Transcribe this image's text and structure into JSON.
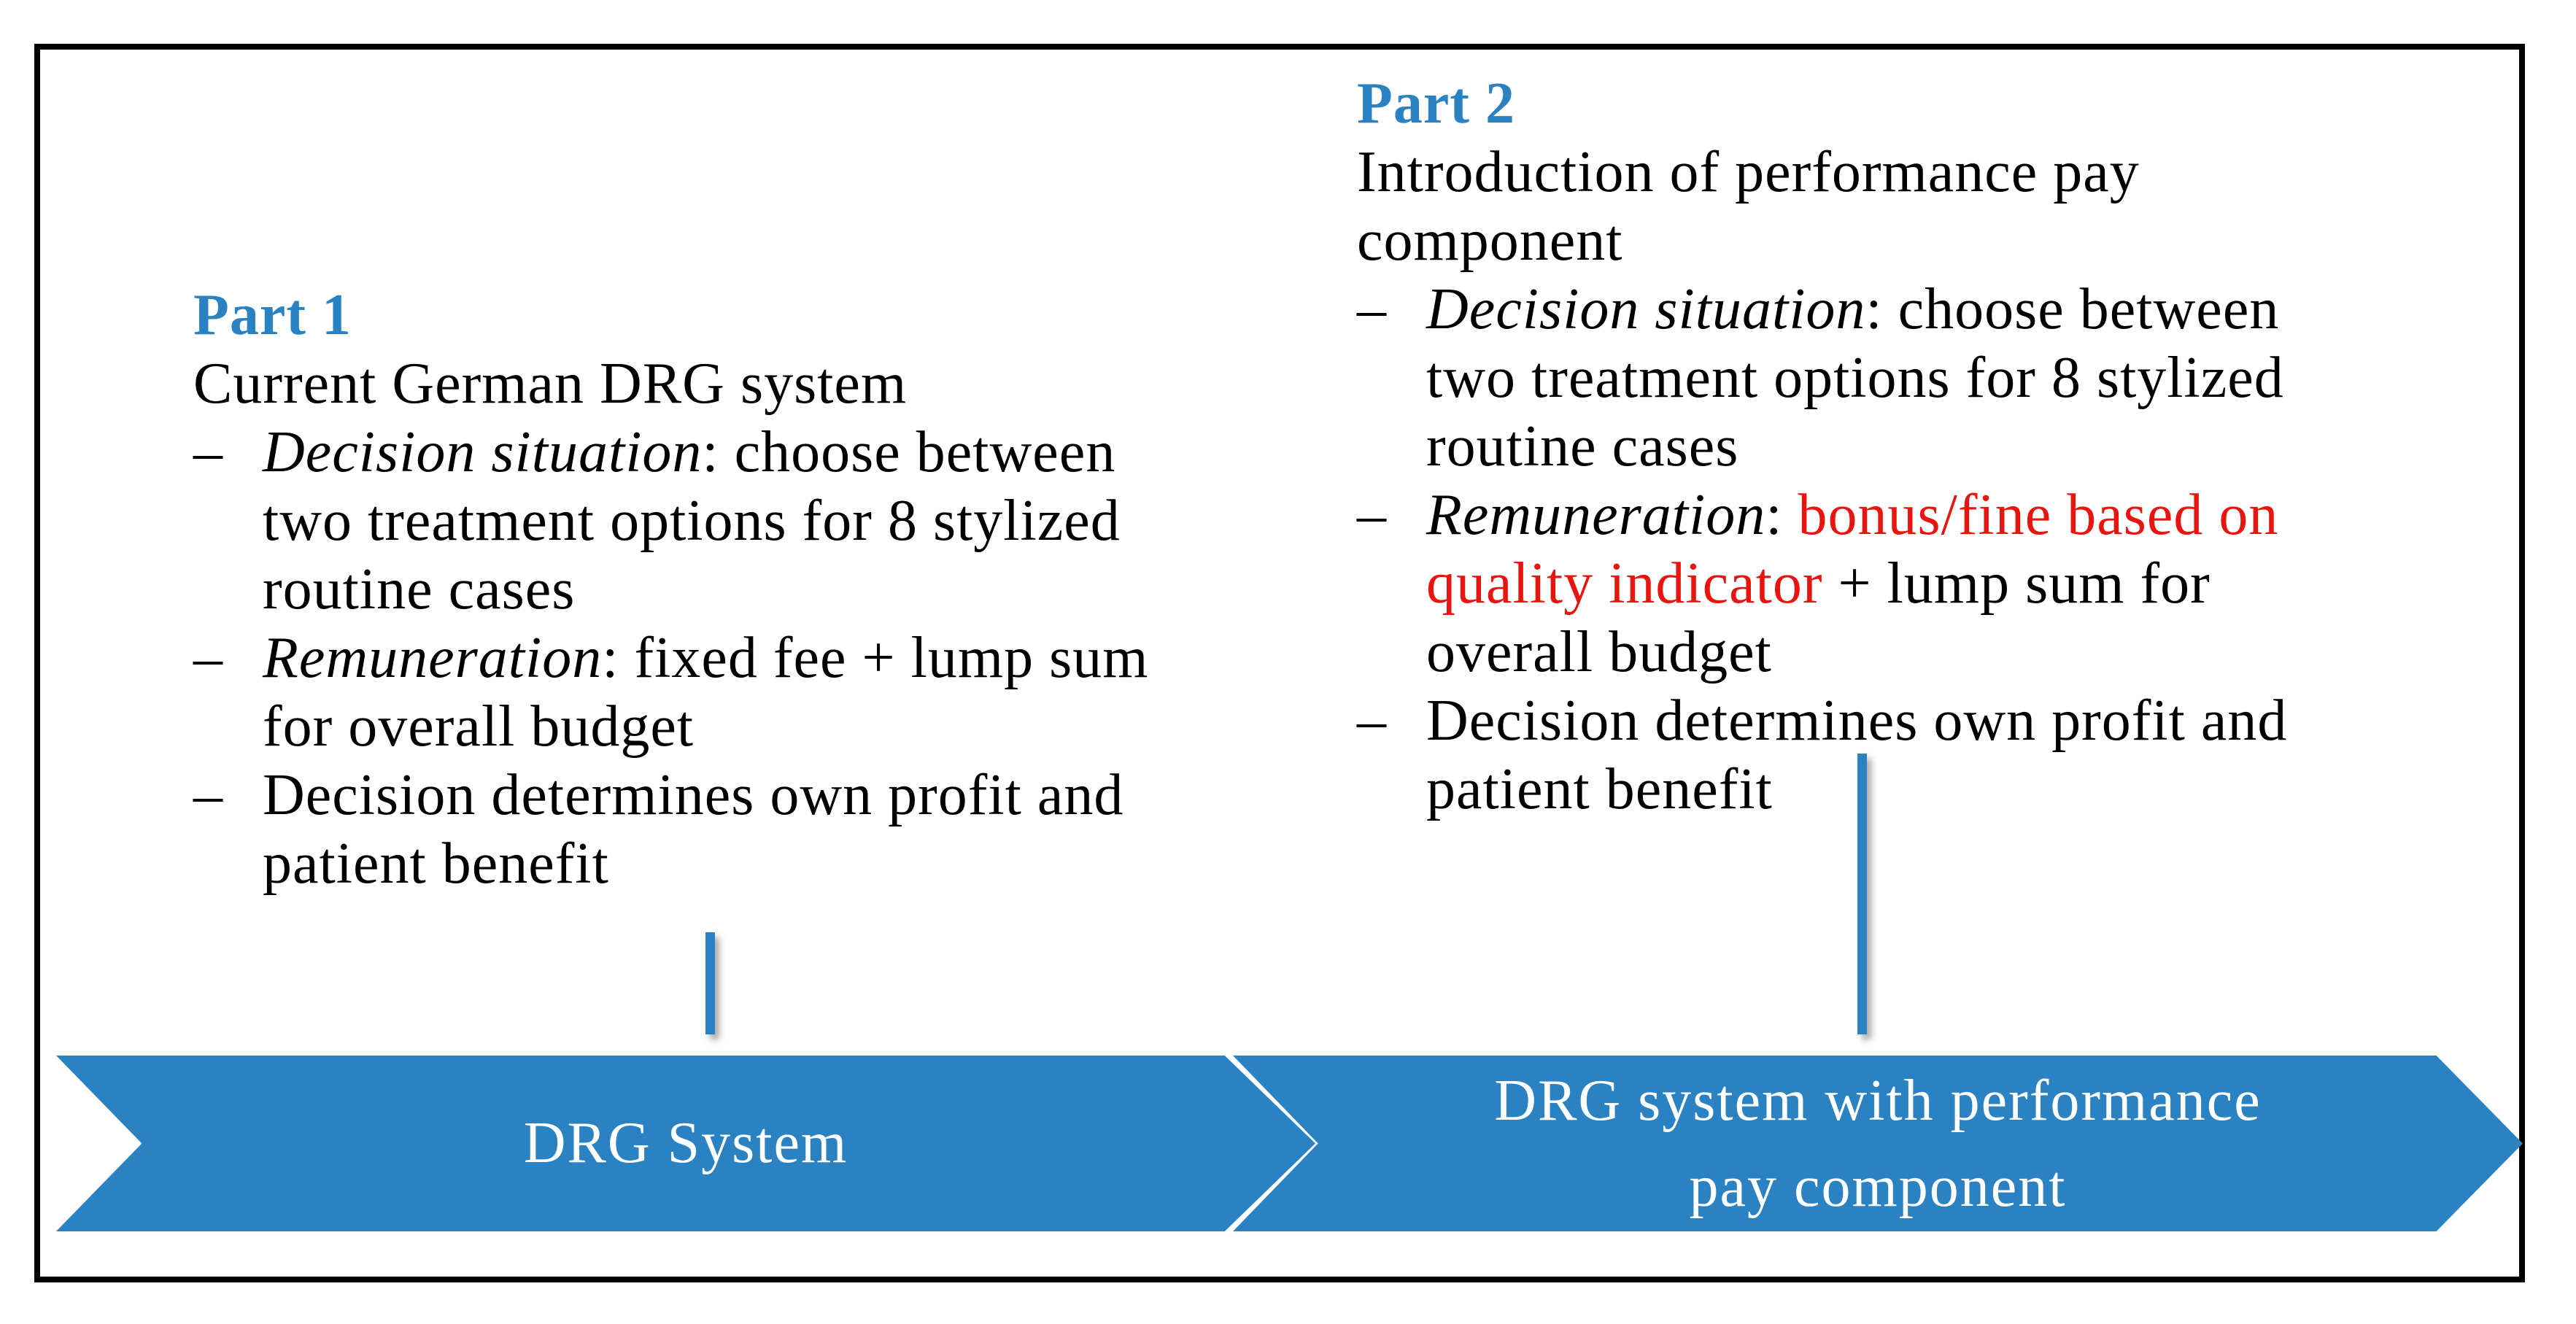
{
  "colors": {
    "accent_blue": "#2A82C3",
    "emphasis_red": "#E8150F",
    "text_black": "#000000",
    "arrow_text_white": "#FFFFFF",
    "border_black": "#000000"
  },
  "part1": {
    "heading": "Part 1",
    "subtitle": "Current German DRG system",
    "bullets": [
      {
        "marker": "–",
        "term": "Decision situation",
        "after_term": ": choose between",
        "cont_lines": [
          "two treatment options for 8 stylized",
          "routine cases"
        ]
      },
      {
        "marker": "–",
        "term": "Remuneration",
        "after_term": ": fixed fee + lump sum",
        "cont_lines": [
          "for overall budget"
        ]
      },
      {
        "marker": "–",
        "term": "",
        "after_term": "Decision determines own profit and",
        "cont_lines": [
          "patient benefit"
        ]
      }
    ]
  },
  "part2": {
    "heading": "Part 2",
    "subtitle_line1": "Introduction of performance pay",
    "subtitle_line2": "component",
    "bullets": [
      {
        "marker": "–",
        "term": "Decision situation",
        "after_term": ": choose between",
        "cont_lines": [
          "two treatment options for 8 stylized",
          "routine cases"
        ]
      },
      {
        "marker": "–",
        "term": "Remuneration",
        "after_term": ": ",
        "red_line1": "bonus/fine based on",
        "red_line2": "quality indicator",
        "after_red": " + lump sum  for",
        "cont_lines": [
          "overall budget"
        ]
      },
      {
        "marker": "–",
        "term": "",
        "after_term": "Decision determines own profit and",
        "cont_lines": [
          "patient benefit"
        ]
      }
    ]
  },
  "timeline": {
    "arrow1_label": "DRG System",
    "arrow2_label_line1": "DRG system with performance",
    "arrow2_label_line2": "pay component"
  }
}
